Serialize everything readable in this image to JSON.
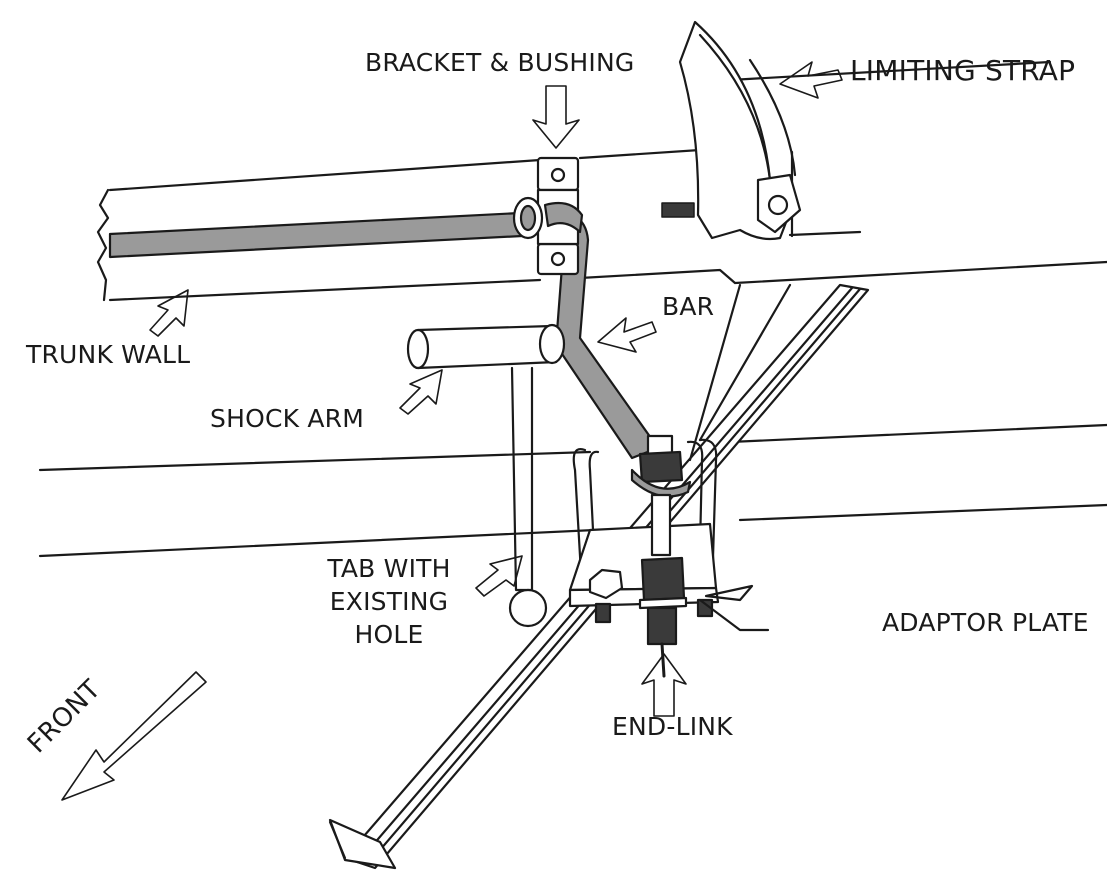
{
  "labels": {
    "bracket_bushing": "BRACKET & BUSHING",
    "limiting_strap": "LIMITING STRAP",
    "bar": "BAR",
    "trunk_wall": "TRUNK WALL",
    "shock_arm": "SHOCK ARM",
    "tab_line1": "TAB WITH",
    "tab_line2": "EXISTING",
    "tab_line3": "HOLE",
    "adaptor_plate": "ADAPTOR PLATE",
    "end_link": "END-LINK",
    "front": "FRONT"
  },
  "colors": {
    "line": "#1a1a1a",
    "bar_fill": "#9a9a9a",
    "dark_fill": "#3a3a3a",
    "background": "#ffffff"
  }
}
